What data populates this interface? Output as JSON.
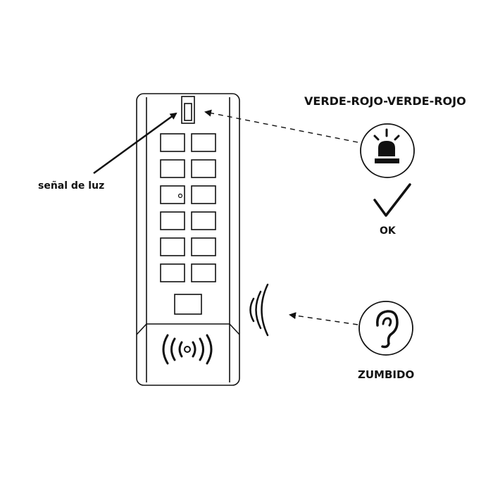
{
  "labels": {
    "color_sequence": "VERDE-ROJO-VERDE-ROJO",
    "light_signal": "señal de luz",
    "ok": "OK",
    "buzzer": "ZUMBIDO"
  },
  "device": {
    "keypad_rows": 6,
    "keypad_cols": 2
  },
  "icons": [
    "alarm-light-icon",
    "checkmark-icon",
    "ear-icon",
    "sound-waves-icon",
    "rfid-reader-icon"
  ],
  "colors": {
    "line": "#111111",
    "background": "#ffffff"
  }
}
